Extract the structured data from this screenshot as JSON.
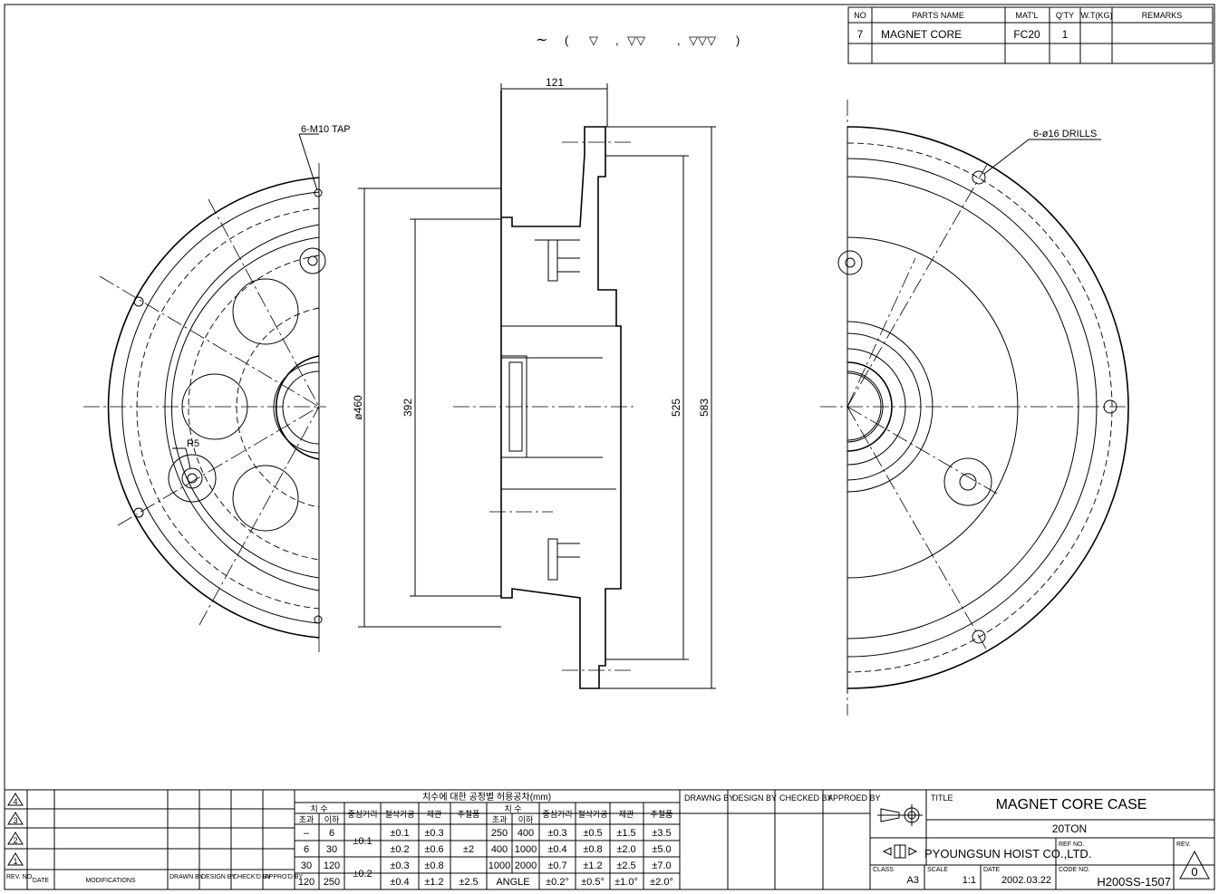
{
  "surface": {
    "symbol": "∼",
    "open": "(",
    "v1": "▽",
    "c1": ",",
    "v2": "▽▽",
    "c2": ",",
    "v3": "▽▽▽",
    "close": ")"
  },
  "parts_table": {
    "headers": [
      "NO",
      "PARTS NAME",
      "MAT'L",
      "Q'TY",
      "W.T(KG)",
      "REMARKS"
    ],
    "rows": [
      [
        "7",
        "MAGNET CORE",
        "FC20",
        "1",
        "",
        ""
      ]
    ]
  },
  "annotations": {
    "tap": "6-M10 TAP",
    "drills": "6-ø16 DRILLS",
    "radius": "R5",
    "dia460": "ø460",
    "d392": "392",
    "d525": "525",
    "d583": "583",
    "d121": "121"
  },
  "revisions": {
    "marks": [
      "4",
      "3",
      "2",
      "1"
    ],
    "headers": [
      "REV. NO.",
      "DATE",
      "MODIFICATIONS",
      "DRAWN BY",
      "DESIGN BY",
      "CHECK'D BY",
      "APPRO'D BY"
    ]
  },
  "tolerance": {
    "title": "치수에 대한 공정별 허용공차(mm)",
    "col_dim": "치 수",
    "col_over": "초과",
    "col_under": "이하",
    "col_center": "중심거리",
    "col_cut": "절삭가공",
    "col_sheet": "제관",
    "col_cast": "주철품",
    "left_rows": [
      [
        "–",
        "6"
      ],
      [
        "6",
        "30"
      ],
      [
        "30",
        "120"
      ],
      [
        "120",
        "250"
      ]
    ],
    "center_a": "±0.1",
    "center_b": "±0.2",
    "cut": [
      "±0.1",
      "±0.2",
      "±0.3",
      "±0.4"
    ],
    "sheet": [
      "±0.3",
      "±0.6",
      "±0.8",
      "±1.2"
    ],
    "cast_a": "±2",
    "cast_b": "±2.5",
    "right_rows": [
      [
        "250",
        "400",
        "±0.3",
        "±0.5",
        "±1.5",
        "±3.5"
      ],
      [
        "400",
        "1000",
        "±0.4",
        "±0.8",
        "±2.0",
        "±5.0"
      ],
      [
        "1000",
        "2000",
        "±0.7",
        "±1.2",
        "±2.5",
        "±7.0"
      ]
    ],
    "angle": [
      "ANGLE",
      "±0.2°",
      "±0.5°",
      "±1.0°",
      "±2.0°"
    ]
  },
  "signoff": [
    "DRAWNG BY",
    "DESIGN BY",
    "CHECKED BY",
    "APPROED BY"
  ],
  "title_block": {
    "title_label": "TITLE",
    "title": "MAGNET CORE CASE",
    "subtitle": "20TON",
    "company": "PYOUNGSUN HOIST CO.,LTD.",
    "ref_label": "REF NO.",
    "rev_label": "REV.",
    "rev": "0",
    "class_label": "CLASS",
    "class": "A3",
    "scale_label": "SCALE",
    "scale": "1:1",
    "date_label": "DATE",
    "date": "2002.03.22",
    "code_label": "CODE NO.",
    "code": "H200SS-1507"
  }
}
